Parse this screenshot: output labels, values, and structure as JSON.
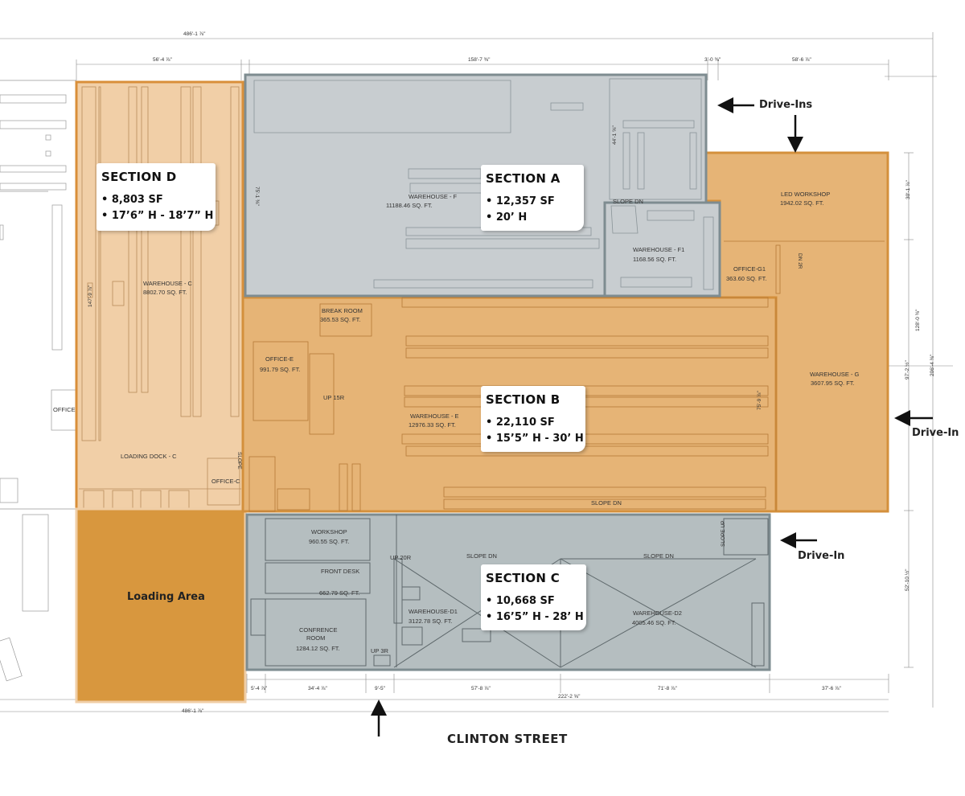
{
  "sections": {
    "a": {
      "title": "SECTION A",
      "area": "• 12,357 SF",
      "height": "• 20’ H"
    },
    "b": {
      "title": "SECTION B",
      "area": "• 22,110 SF",
      "height": "• 15’5” H - 30’ H"
    },
    "c": {
      "title": "SECTION C",
      "area": "• 10,668 SF",
      "height": "• 16’5” H - 28’ H"
    },
    "d": {
      "title": "SECTION D",
      "area": "• 8,803 SF",
      "height": "• 17’6” H - 18’7” H"
    }
  },
  "labels": {
    "loading_area": "Loading Area",
    "drive_ins": "Drive-Ins",
    "drive_in_east": "Drive-In",
    "drive_in_south": "Drive-In",
    "street": "CLINTON STREET"
  },
  "rooms": {
    "warehouse_f": "WAREHOUSE - F",
    "warehouse_f_sf": "11188.46 SQ. FT.",
    "warehouse_f1": "WAREHOUSE - F1",
    "warehouse_f1_sf": "1168.56 SQ. FT.",
    "led_workshop": "LED WORKSHOP",
    "led_workshop_sf": "1942.02 SQ. FT.",
    "office_g1": "OFFICE-G1",
    "office_g1_sf": "363.60 SQ. FT.",
    "warehouse_g": "WAREHOUSE - G",
    "warehouse_g_sf": "3607.95 SQ. FT.",
    "warehouse_c": "WAREHOUSE - C",
    "warehouse_c_sf": "8802.70 SQ. FT.",
    "loading_dock_c": "LOADING DOCK - C",
    "office_c": "OFFICE-C",
    "office_b": "OFFICE-B",
    "break_room": "BREAK ROOM",
    "break_room_sf": "365.53 SQ. FT.",
    "office_e": "OFFICE-E",
    "office_e_sf": "991.79 SQ. FT.",
    "warehouse_e": "WAREHOUSE - E",
    "warehouse_e_sf": "12976.33 SQ. FT.",
    "workshop": "WORKSHOP",
    "workshop_sf": "960.55 SQ. FT.",
    "front_desk": "FRONT DESK",
    "front_desk_sf": "662.79 SQ. FT.",
    "conf_room_1": "CONFRENCE",
    "conf_room_2": "ROOM",
    "conf_room_sf": "1284.12 SQ. FT.",
    "warehouse_d1": "WAREHOUSE-D1",
    "warehouse_d1_sf": "3122.78 SQ. FT.",
    "warehouse_d2": "WAREHOUSE-D2",
    "warehouse_d2_sf": "4005.46 SQ. FT.",
    "slope_dn": "SLOPE DN",
    "slope_up": "SLOPE UP",
    "slope": "SLOPE",
    "up_15r": "UP 15R",
    "up_20r": "UP 20R",
    "up_3r": "UP 3R",
    "dn_2r": "DN 2R"
  },
  "dimensions": {
    "overall_top": "486'-1 ⅞\"",
    "overall_bottom": "486'-1 ⅞\"",
    "top_1": "56'-4 ⅞\"",
    "top_2": "158'-7 ⅜\"",
    "top_3": "3'-0 ⅜\"",
    "top_4": "58'-6 ⅞\"",
    "bot_1": "5'-4 ⅞\"",
    "bot_2": "34'-4 ⅞\"",
    "bot_3": "9'-5\"",
    "bot_4": "57'-8 ⅞\"",
    "bot_5": "71'-8 ⅞\"",
    "bot_6": "37'-6 ⅞\"",
    "bot_total": "222'-2 ⅝\"",
    "right_1": "30'-1 ⅞\"",
    "right_2": "128'-0 ⅜\"",
    "right_3": "97'-2 ½\"",
    "right_4": "206'-4 ⅜\"",
    "right_5": "52'-10 ½\"",
    "a_height": "44'-1 ⅝\"",
    "a_width": "75'-1 ⅜\"",
    "d_width": "147'-9 ⅞\"",
    "g_width": "75'-9 ⅞\""
  },
  "colors": {
    "section_a": "#c8cdd0",
    "section_a_border": "#7e8c90",
    "section_b": "#e6b476",
    "section_b_border": "#d4903c",
    "section_c": "#b5bec0",
    "section_c_border": "#7e8c90",
    "section_d": "#f0ceA6",
    "section_d_border": "#d98f3a",
    "loading_area": "#d8973e"
  }
}
